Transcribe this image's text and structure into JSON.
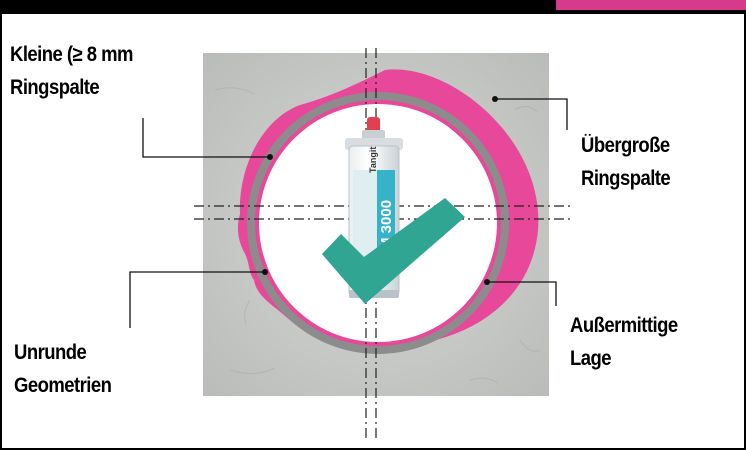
{
  "labels": {
    "top_left": {
      "line1": "Kleine (≥ 8 mm",
      "line2": "Ringspalte"
    },
    "top_right": {
      "line1": "Übergroße",
      "line2": "Ringspalte"
    },
    "bottom_left": {
      "line1": "Unrunde",
      "line2": "Geometrien"
    },
    "bottom_right": {
      "line1": "Außermittige",
      "line2": "Lage"
    }
  },
  "cartridge": {
    "brand": "Tangit",
    "product": "M 3000"
  },
  "colors": {
    "frame": "#000000",
    "accent_bar": "#d63a8a",
    "concrete": "#c9ccc8",
    "annular_gap": "#e8489a",
    "pipe_ring": "#8c8c8c",
    "check_mark": "#2fa592"
  },
  "icons": {
    "check": "check-icon"
  }
}
